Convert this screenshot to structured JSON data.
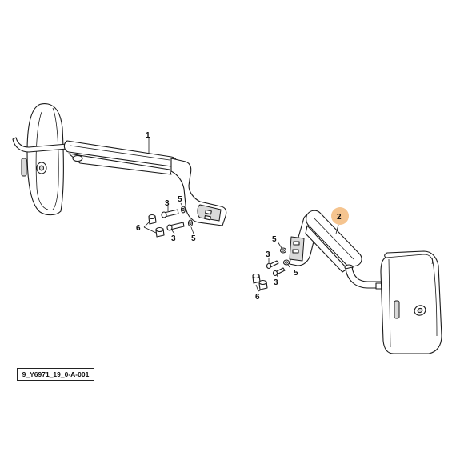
{
  "reference_code": "9_Y6971_19_0-A-001",
  "highlight_color": "#f5c48f",
  "callouts": {
    "left_arm": "1",
    "right_arm": "2",
    "left_bolt_upper": "3",
    "left_bolt_lower": "3",
    "left_washer_upper": "5",
    "left_washer_lower": "5",
    "left_cap": "6",
    "right_washer_upper": "5",
    "right_bolt_upper": "3",
    "right_washer_lower": "5",
    "right_bolt_lower": "3",
    "right_cap": "6"
  }
}
